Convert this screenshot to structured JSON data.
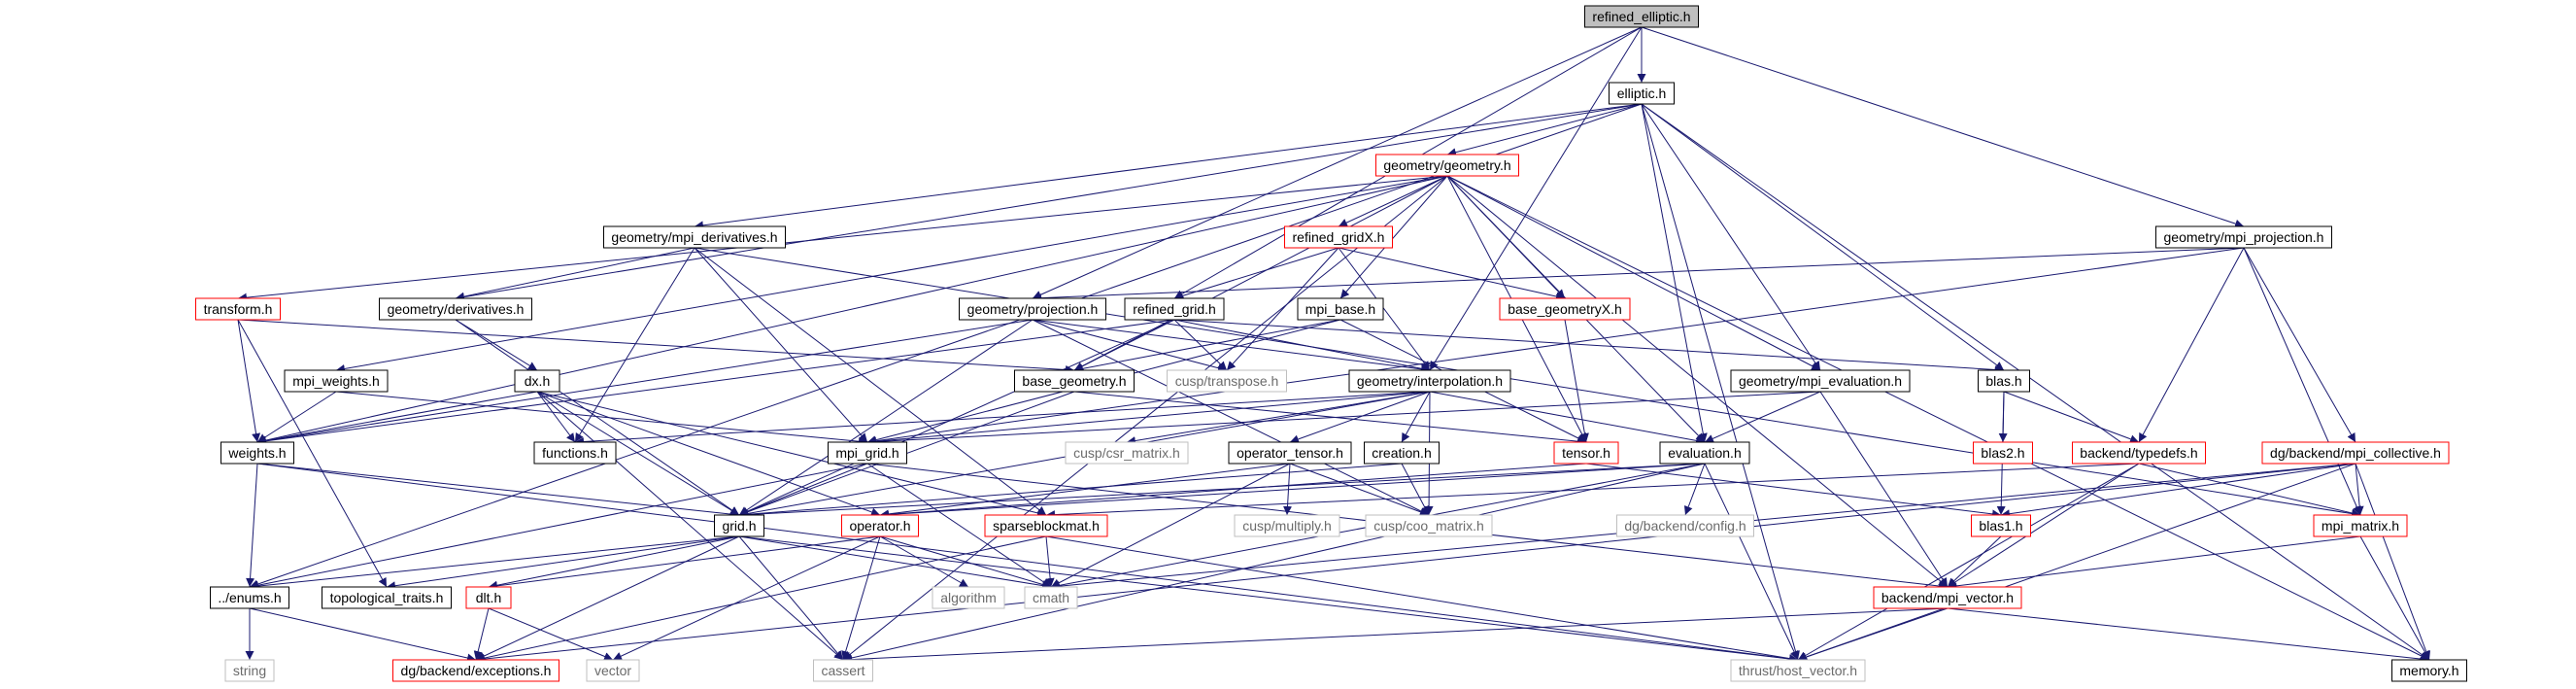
{
  "colors": {
    "edge": "#191970",
    "root_fill": "#bfbfbf",
    "normal_border": "#000000",
    "linked_border": "#ff0000",
    "system_border": "#bfbfbf",
    "normal_text": "#000000",
    "system_text": "#6b6b6b"
  },
  "graph": {
    "nodes": [
      {
        "id": "refined_elliptic",
        "label": "refined_elliptic.h",
        "kind": "root"
      },
      {
        "id": "elliptic",
        "label": "elliptic.h",
        "kind": "normal"
      },
      {
        "id": "geometry",
        "label": "geometry/geometry.h",
        "kind": "linked"
      },
      {
        "id": "mpi_projection",
        "label": "geometry/mpi_projection.h",
        "kind": "normal"
      },
      {
        "id": "mpi_derivatives",
        "label": "geometry/mpi_derivatives.h",
        "kind": "normal"
      },
      {
        "id": "refined_gridX",
        "label": "refined_gridX.h",
        "kind": "linked"
      },
      {
        "id": "transform",
        "label": "transform.h",
        "kind": "linked"
      },
      {
        "id": "derivatives",
        "label": "geometry/derivatives.h",
        "kind": "normal"
      },
      {
        "id": "projection",
        "label": "geometry/projection.h",
        "kind": "normal"
      },
      {
        "id": "refined_grid",
        "label": "refined_grid.h",
        "kind": "normal"
      },
      {
        "id": "mpi_base",
        "label": "mpi_base.h",
        "kind": "normal"
      },
      {
        "id": "base_geometryX",
        "label": "base_geometryX.h",
        "kind": "linked"
      },
      {
        "id": "mpi_weights",
        "label": "mpi_weights.h",
        "kind": "normal"
      },
      {
        "id": "dx",
        "label": "dx.h",
        "kind": "normal"
      },
      {
        "id": "base_geometry",
        "label": "base_geometry.h",
        "kind": "normal"
      },
      {
        "id": "cusp_transpose",
        "label": "cusp/transpose.h",
        "kind": "system"
      },
      {
        "id": "interpolation",
        "label": "geometry/interpolation.h",
        "kind": "normal"
      },
      {
        "id": "mpi_evaluation",
        "label": "geometry/mpi_evaluation.h",
        "kind": "normal"
      },
      {
        "id": "blas",
        "label": "blas.h",
        "kind": "normal"
      },
      {
        "id": "weights",
        "label": "weights.h",
        "kind": "normal"
      },
      {
        "id": "functions",
        "label": "functions.h",
        "kind": "normal"
      },
      {
        "id": "mpi_grid",
        "label": "mpi_grid.h",
        "kind": "normal"
      },
      {
        "id": "cusp_csr",
        "label": "cusp/csr_matrix.h",
        "kind": "system"
      },
      {
        "id": "operator_tensor",
        "label": "operator_tensor.h",
        "kind": "normal"
      },
      {
        "id": "creation",
        "label": "creation.h",
        "kind": "normal"
      },
      {
        "id": "tensor",
        "label": "tensor.h",
        "kind": "linked"
      },
      {
        "id": "evaluation",
        "label": "evaluation.h",
        "kind": "normal"
      },
      {
        "id": "blas2",
        "label": "blas2.h",
        "kind": "linked"
      },
      {
        "id": "typedefs",
        "label": "backend/typedefs.h",
        "kind": "linked"
      },
      {
        "id": "mpi_collective",
        "label": "dg/backend/mpi_collective.h",
        "kind": "linked"
      },
      {
        "id": "grid",
        "label": "grid.h",
        "kind": "normal"
      },
      {
        "id": "operator",
        "label": "operator.h",
        "kind": "linked"
      },
      {
        "id": "sparseblockmat",
        "label": "sparseblockmat.h",
        "kind": "linked"
      },
      {
        "id": "cusp_multiply",
        "label": "cusp/multiply.h",
        "kind": "system"
      },
      {
        "id": "cusp_coo",
        "label": "cusp/coo_matrix.h",
        "kind": "system"
      },
      {
        "id": "dg_config",
        "label": "dg/backend/config.h",
        "kind": "system"
      },
      {
        "id": "blas1",
        "label": "blas1.h",
        "kind": "linked"
      },
      {
        "id": "mpi_matrix",
        "label": "mpi_matrix.h",
        "kind": "linked"
      },
      {
        "id": "enums",
        "label": "../enums.h",
        "kind": "normal"
      },
      {
        "id": "topological",
        "label": "topological_traits.h",
        "kind": "normal"
      },
      {
        "id": "dlt",
        "label": "dlt.h",
        "kind": "linked"
      },
      {
        "id": "algorithm",
        "label": "algorithm",
        "kind": "system"
      },
      {
        "id": "cmath",
        "label": "cmath",
        "kind": "system"
      },
      {
        "id": "mpi_vector",
        "label": "backend/mpi_vector.h",
        "kind": "linked"
      },
      {
        "id": "string",
        "label": "string",
        "kind": "system"
      },
      {
        "id": "exceptions",
        "label": "dg/backend/exceptions.h",
        "kind": "linked"
      },
      {
        "id": "vector",
        "label": "vector",
        "kind": "system"
      },
      {
        "id": "cassert",
        "label": "cassert",
        "kind": "system"
      },
      {
        "id": "host_vector",
        "label": "thrust/host_vector.h",
        "kind": "system"
      },
      {
        "id": "memory",
        "label": "memory.h",
        "kind": "normal"
      }
    ],
    "edges": [
      [
        "refined_elliptic",
        "elliptic"
      ],
      [
        "refined_elliptic",
        "mpi_projection"
      ],
      [
        "refined_elliptic",
        "projection"
      ],
      [
        "refined_elliptic",
        "refined_grid"
      ],
      [
        "refined_elliptic",
        "interpolation"
      ],
      [
        "elliptic",
        "geometry"
      ],
      [
        "elliptic",
        "mpi_derivatives"
      ],
      [
        "elliptic",
        "derivatives"
      ],
      [
        "elliptic",
        "mpi_evaluation"
      ],
      [
        "elliptic",
        "blas"
      ],
      [
        "elliptic",
        "evaluation"
      ],
      [
        "elliptic",
        "enums"
      ],
      [
        "elliptic",
        "memory"
      ],
      [
        "elliptic",
        "host_vector"
      ],
      [
        "geometry",
        "refined_gridX"
      ],
      [
        "geometry",
        "transform"
      ],
      [
        "geometry",
        "mpi_base"
      ],
      [
        "geometry",
        "base_geometryX"
      ],
      [
        "geometry",
        "base_geometry"
      ],
      [
        "geometry",
        "mpi_weights"
      ],
      [
        "geometry",
        "weights"
      ],
      [
        "geometry",
        "tensor"
      ],
      [
        "geometry",
        "evaluation"
      ],
      [
        "geometry",
        "mpi_evaluation"
      ],
      [
        "geometry",
        "mpi_vector"
      ],
      [
        "geometry",
        "cassert"
      ],
      [
        "geometry",
        "memory"
      ],
      [
        "mpi_projection",
        "projection"
      ],
      [
        "mpi_projection",
        "mpi_grid"
      ],
      [
        "mpi_projection",
        "typedefs"
      ],
      [
        "mpi_projection",
        "mpi_collective"
      ],
      [
        "mpi_projection",
        "mpi_matrix"
      ],
      [
        "mpi_derivatives",
        "derivatives"
      ],
      [
        "mpi_derivatives",
        "mpi_grid"
      ],
      [
        "mpi_derivatives",
        "functions"
      ],
      [
        "mpi_derivatives",
        "sparseblockmat"
      ],
      [
        "mpi_derivatives",
        "mpi_matrix"
      ],
      [
        "refined_gridX",
        "refined_grid"
      ],
      [
        "refined_gridX",
        "base_geometryX"
      ],
      [
        "refined_gridX",
        "interpolation"
      ],
      [
        "refined_gridX",
        "cusp_transpose"
      ],
      [
        "transform",
        "weights"
      ],
      [
        "transform",
        "base_geometry"
      ],
      [
        "transform",
        "topological"
      ],
      [
        "derivatives",
        "dx"
      ],
      [
        "derivatives",
        "grid"
      ],
      [
        "projection",
        "interpolation"
      ],
      [
        "projection",
        "cusp_transpose"
      ],
      [
        "projection",
        "weights"
      ],
      [
        "projection",
        "grid"
      ],
      [
        "projection",
        "cusp_coo"
      ],
      [
        "refined_grid",
        "base_geometry"
      ],
      [
        "refined_grid",
        "cusp_transpose"
      ],
      [
        "refined_grid",
        "interpolation"
      ],
      [
        "refined_grid",
        "blas"
      ],
      [
        "refined_grid",
        "weights"
      ],
      [
        "refined_grid",
        "grid"
      ],
      [
        "mpi_base",
        "base_geometry"
      ],
      [
        "mpi_base",
        "mpi_grid"
      ],
      [
        "mpi_base",
        "tensor"
      ],
      [
        "base_geometryX",
        "tensor"
      ],
      [
        "mpi_weights",
        "weights"
      ],
      [
        "mpi_weights",
        "mpi_grid"
      ],
      [
        "dx",
        "weights"
      ],
      [
        "dx",
        "functions"
      ],
      [
        "dx",
        "grid"
      ],
      [
        "dx",
        "operator"
      ],
      [
        "dx",
        "sparseblockmat"
      ],
      [
        "dx",
        "cassert"
      ],
      [
        "base_geometry",
        "grid"
      ],
      [
        "base_geometry",
        "tensor"
      ],
      [
        "interpolation",
        "evaluation"
      ],
      [
        "interpolation",
        "operator_tensor"
      ],
      [
        "interpolation",
        "creation"
      ],
      [
        "interpolation",
        "cusp_csr"
      ],
      [
        "interpolation",
        "cusp_coo"
      ],
      [
        "interpolation",
        "functions"
      ],
      [
        "interpolation",
        "grid"
      ],
      [
        "interpolation",
        "mpi_grid"
      ],
      [
        "mpi_evaluation",
        "evaluation"
      ],
      [
        "mpi_evaluation",
        "mpi_grid"
      ],
      [
        "mpi_evaluation",
        "mpi_vector"
      ],
      [
        "blas",
        "blas1"
      ],
      [
        "blas",
        "blas2"
      ],
      [
        "blas",
        "typedefs"
      ],
      [
        "weights",
        "grid"
      ],
      [
        "weights",
        "enums"
      ],
      [
        "weights",
        "host_vector"
      ],
      [
        "mpi_grid",
        "grid"
      ],
      [
        "mpi_grid",
        "enums"
      ],
      [
        "mpi_grid",
        "cmath"
      ],
      [
        "mpi_grid",
        "mpi_vector"
      ],
      [
        "operator_tensor",
        "operator"
      ],
      [
        "operator_tensor",
        "cusp_multiply"
      ],
      [
        "operator_tensor",
        "cusp_coo"
      ],
      [
        "operator_tensor",
        "cmath"
      ],
      [
        "creation",
        "grid"
      ],
      [
        "creation",
        "cusp_coo"
      ],
      [
        "tensor",
        "operator"
      ],
      [
        "tensor",
        "blas1"
      ],
      [
        "evaluation",
        "grid"
      ],
      [
        "evaluation",
        "operator"
      ],
      [
        "evaluation",
        "dg_config"
      ],
      [
        "evaluation",
        "cmath"
      ],
      [
        "evaluation",
        "cassert"
      ],
      [
        "evaluation",
        "host_vector"
      ],
      [
        "typedefs",
        "sparseblockmat"
      ],
      [
        "typedefs",
        "mpi_vector"
      ],
      [
        "typedefs",
        "host_vector"
      ],
      [
        "typedefs",
        "mpi_matrix"
      ],
      [
        "mpi_collective",
        "blas1"
      ],
      [
        "mpi_collective",
        "mpi_matrix"
      ],
      [
        "mpi_collective",
        "memory"
      ],
      [
        "mpi_collective",
        "host_vector"
      ],
      [
        "mpi_collective",
        "cmath"
      ],
      [
        "mpi_collective",
        "exceptions"
      ],
      [
        "grid",
        "enums"
      ],
      [
        "grid",
        "topological"
      ],
      [
        "grid",
        "dlt"
      ],
      [
        "grid",
        "cmath"
      ],
      [
        "grid",
        "cassert"
      ],
      [
        "grid",
        "host_vector"
      ],
      [
        "grid",
        "exceptions"
      ],
      [
        "operator",
        "algorithm"
      ],
      [
        "operator",
        "cmath"
      ],
      [
        "operator",
        "vector"
      ],
      [
        "operator",
        "cassert"
      ],
      [
        "operator",
        "dlt"
      ],
      [
        "sparseblockmat",
        "cmath"
      ],
      [
        "sparseblockmat",
        "host_vector"
      ],
      [
        "sparseblockmat",
        "exceptions"
      ],
      [
        "blas1",
        "mpi_vector"
      ],
      [
        "mpi_matrix",
        "mpi_vector"
      ],
      [
        "mpi_matrix",
        "memory"
      ],
      [
        "enums",
        "string"
      ],
      [
        "enums",
        "exceptions"
      ],
      [
        "dlt",
        "exceptions"
      ],
      [
        "dlt",
        "vector"
      ],
      [
        "mpi_vector",
        "cassert"
      ],
      [
        "mpi_vector",
        "host_vector"
      ],
      [
        "mpi_vector",
        "memory"
      ]
    ]
  }
}
